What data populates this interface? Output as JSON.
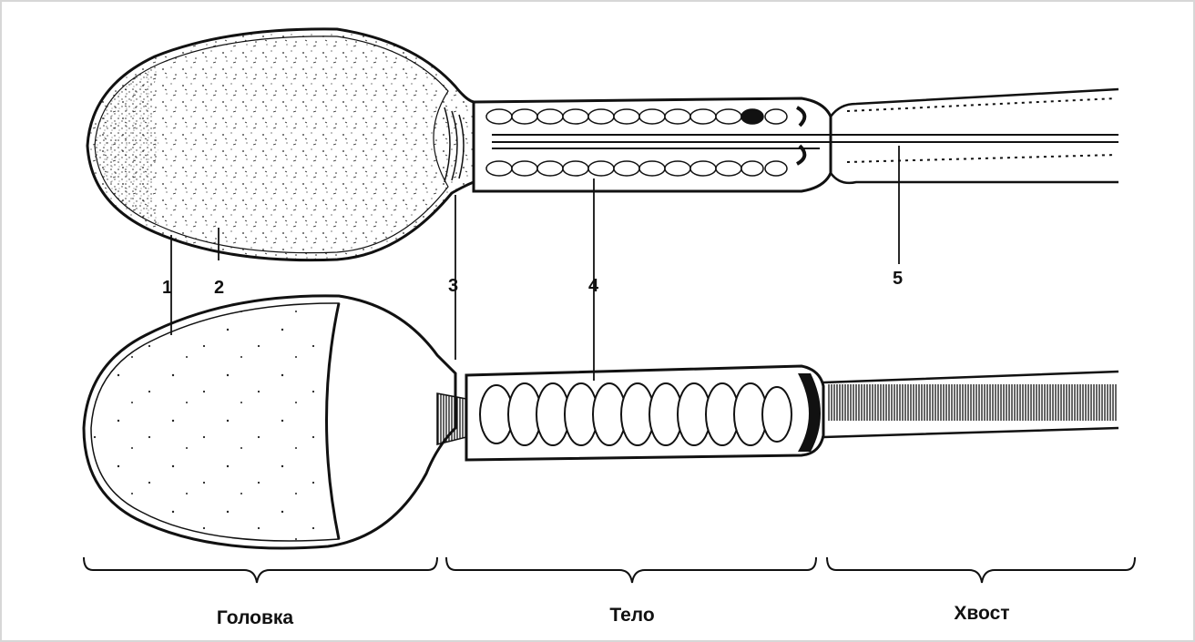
{
  "callouts": {
    "c1": "1",
    "c2": "2",
    "c3": "3",
    "c4": "4",
    "c5": "5"
  },
  "sections": {
    "head": "Головка",
    "body": "Тело",
    "tail": "Хвост"
  },
  "colors": {
    "ink": "#111111",
    "background": "#ffffff"
  }
}
